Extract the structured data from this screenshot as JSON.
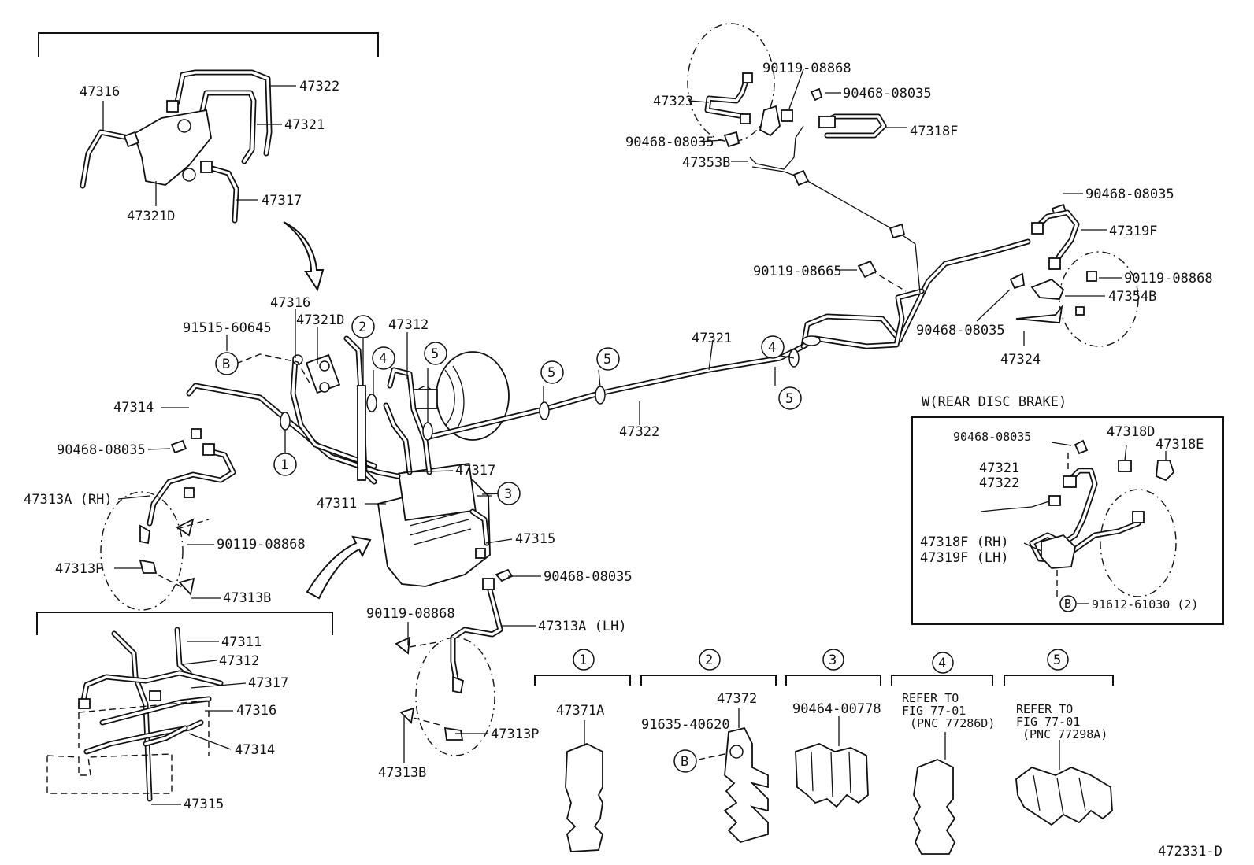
{
  "figure_code": "472331-D",
  "rear_disc_brake_title": "W(REAR DISC BRAKE)",
  "callouts": [
    "1",
    "2",
    "3",
    "4",
    "5"
  ],
  "labels": {
    "p47316_top": "47316",
    "p47322_top": "47322",
    "p47321_top": "47321",
    "p47321D_top": "47321D",
    "p47317_top": "47317",
    "p90119_08868_a": "90119-08868",
    "p90468_08035_a": "90468-08035",
    "p47323": "47323",
    "p47318F": "47318F",
    "p90468_08035_b": "90468-08035",
    "p47353B": "47353B",
    "p90468_08035_c": "90468-08035",
    "p47319F": "47319F",
    "p90119_08665": "90119-08665",
    "p90119_08868_b": "90119-08868",
    "p47354B": "47354B",
    "p90468_08035_d": "90468-08035",
    "p47324": "47324",
    "p47321_mid": "47321",
    "p47322_mid": "47322",
    "p47316_mid": "47316",
    "p91515_60645": "91515-60645",
    "p47321D_mid": "47321D",
    "p47312_mid": "47312",
    "p47314_mid": "47314",
    "p90468_08035_e": "90468-08035",
    "p47313A_RH": "47313A (RH)",
    "p90119_08868_c": "90119-08868",
    "p47313P_left": "47313P",
    "p47313B_left": "47313B",
    "p47317_mid": "47317",
    "p47311_mid": "47311",
    "p47315_mid": "47315",
    "p90468_08035_f": "90468-08035",
    "p90119_08868_d": "90119-08868",
    "p47313A_LH": "47313A (LH)",
    "p47313P_bottom": "47313P",
    "p47313B_bottom": "47313B",
    "p47311_inset": "47311",
    "p47312_inset": "47312",
    "p47317_inset": "47317",
    "p47316_inset": "47316",
    "p47314_inset": "47314",
    "p47315_inset": "47315",
    "w_90468_08035": "90468-08035",
    "w_47318D": "47318D",
    "w_47318E": "47318E",
    "w_47321": "47321",
    "w_47322": "47322",
    "w_47318F_RH": "47318F (RH)",
    "w_47319F_LH": "47319F (LH)",
    "w_91612_61030": "91612-61030 (2)",
    "clamp1_part": "47371A",
    "clamp2_part": "47372",
    "clamp2_bolt": "91635-40620",
    "clamp3_part": "90464-00778",
    "clamp4_ref1": "REFER TO",
    "clamp4_ref2": "FIG 77-01",
    "clamp4_ref3": "(PNC 77286D)",
    "clamp5_ref1": "REFER TO",
    "clamp5_ref2": "FIG 77-01",
    "clamp5_ref3": "(PNC 77298A)"
  },
  "markers": {
    "b": "B"
  }
}
